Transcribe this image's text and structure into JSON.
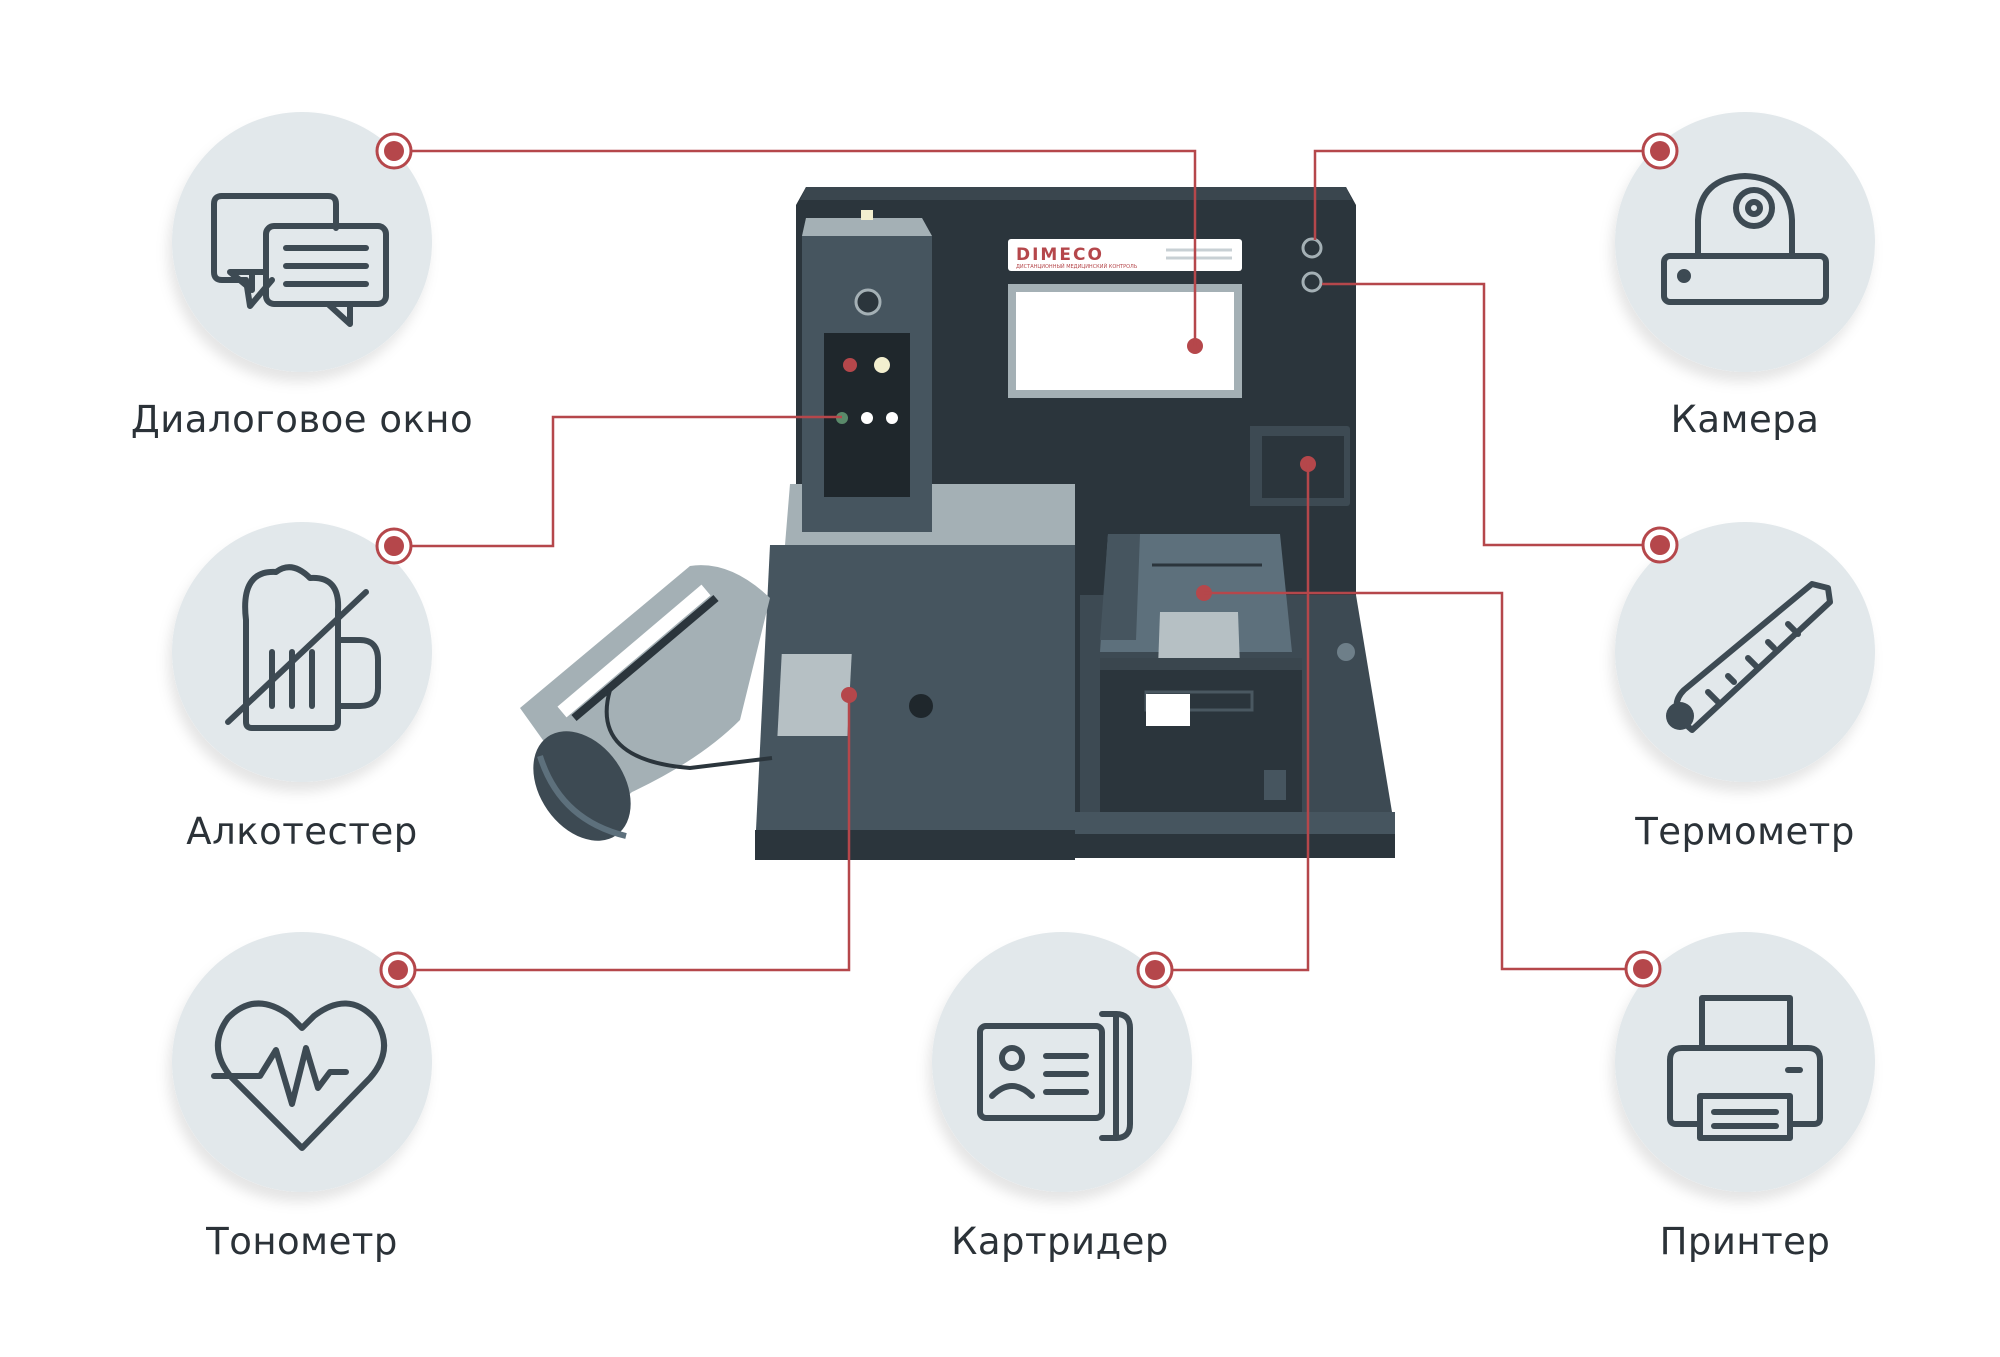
{
  "device": {
    "brand": "DIMECO",
    "brand_sub": "ДИСТАНЦИОННЫЙ МЕДИЦИНСКИЙ КОНТРОЛЬ"
  },
  "components": [
    {
      "id": "dialog",
      "label": "Диалоговое окно",
      "icon": "chat-bubbles-icon"
    },
    {
      "id": "alco",
      "label": "Алкотестер",
      "icon": "beer-mug-crossed-icon"
    },
    {
      "id": "tono",
      "label": "Тонометр",
      "icon": "heart-pulse-icon"
    },
    {
      "id": "card",
      "label": "Картридер",
      "icon": "id-card-reader-icon"
    },
    {
      "id": "camera",
      "label": "Камера",
      "icon": "dome-camera-icon"
    },
    {
      "id": "thermo",
      "label": "Термометр",
      "icon": "thermometer-icon"
    },
    {
      "id": "printer",
      "label": "Принтер",
      "icon": "printer-icon"
    }
  ],
  "colors": {
    "accent": "#b5474b",
    "icon_stroke": "#3d4a53",
    "circle_fill": "#e2e8eb",
    "device_dark": "#2b353c",
    "device_mid": "#46555f",
    "device_light": "#a4b0b5",
    "text": "#2b3238"
  }
}
